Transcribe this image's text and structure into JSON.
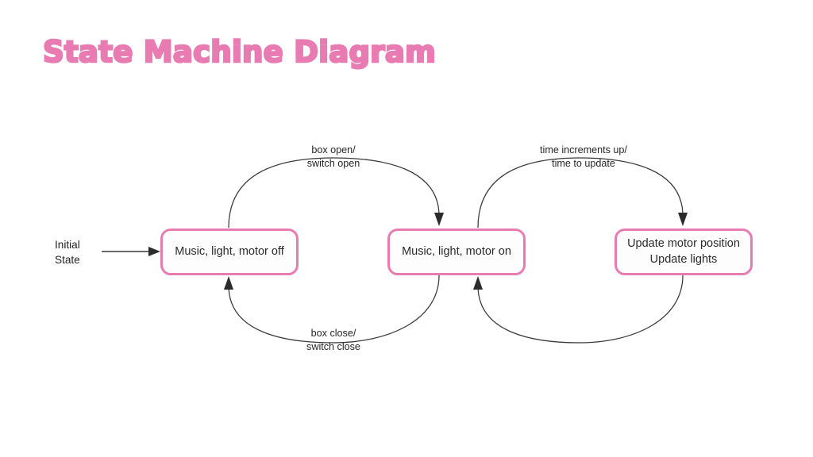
{
  "page": {
    "title": "State Machine Diagram",
    "background_color": "#ffffff",
    "title_color": "#e87cb2",
    "accent_color": "#e87cb2",
    "edge_color": "#3a3a3a",
    "text_color": "#262626"
  },
  "diagram": {
    "type": "state-machine",
    "initial": {
      "label_line1": "Initial",
      "label_line2": "State"
    },
    "states": [
      {
        "id": "state-off",
        "lines": [
          "Music, light, motor off"
        ]
      },
      {
        "id": "state-on",
        "lines": [
          "Music, light, motor on"
        ]
      },
      {
        "id": "state-update",
        "lines": [
          "Update motor position",
          "Update lights"
        ]
      }
    ],
    "transitions": [
      {
        "id": "initial-to-off",
        "from": "initial",
        "to": "state-off",
        "label_line1": "",
        "label_line2": "",
        "shape": "straight"
      },
      {
        "id": "off-to-on",
        "from": "state-off",
        "to": "state-on",
        "label_line1": "box open/",
        "label_line2": "switch open",
        "shape": "arc-top"
      },
      {
        "id": "on-to-off",
        "from": "state-on",
        "to": "state-off",
        "label_line1": "box close/",
        "label_line2": "switch close",
        "shape": "arc-bottom"
      },
      {
        "id": "on-to-update",
        "from": "state-on",
        "to": "state-update",
        "label_line1": "time increments up/",
        "label_line2": "time to update",
        "shape": "arc-top"
      },
      {
        "id": "update-to-on",
        "from": "state-update",
        "to": "state-on",
        "label_line1": "",
        "label_line2": "",
        "shape": "arc-bottom"
      }
    ]
  }
}
